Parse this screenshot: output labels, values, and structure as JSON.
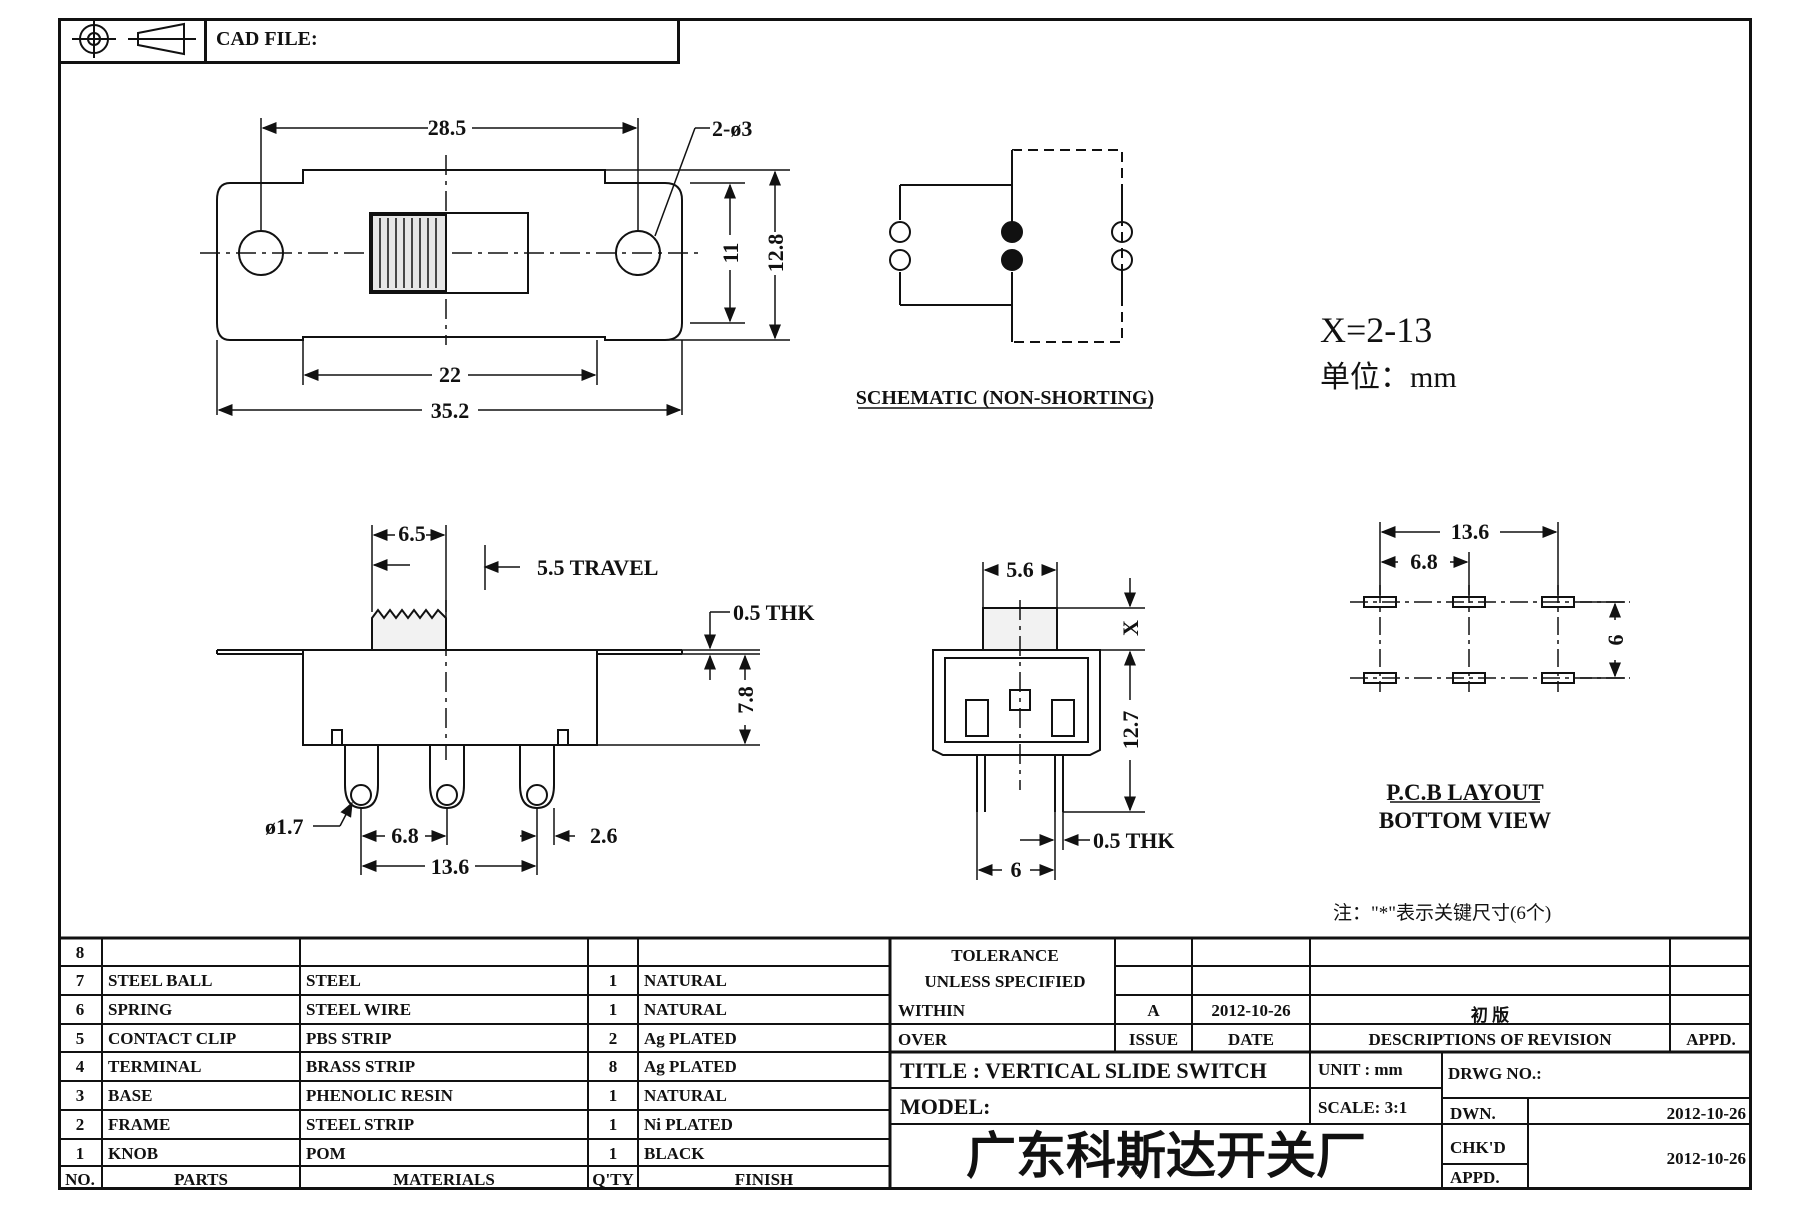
{
  "header": {
    "cad_file_label": "CAD FILE:"
  },
  "top_view": {
    "dim_overall_top": "28.5",
    "dim_holes": "2-ø3",
    "dim_height_11": "11",
    "dim_height_12_8": "12.8",
    "dim_22": "22",
    "dim_35_2": "35.2"
  },
  "schematic": {
    "caption": "SCHEMATIC (NON-SHORTING)"
  },
  "spec": {
    "x_range": "X=2-13",
    "unit": "单位：mm"
  },
  "side_view": {
    "dim_6_5": "6.5",
    "travel": "5.5 TRAVEL",
    "thk": "0.5 THK",
    "dim_7_8": "7.8",
    "dia_1_7": "ø1.7",
    "dim_6_8": "6.8",
    "dim_2_6": "2.6",
    "dim_13_6": "13.6"
  },
  "end_view": {
    "dim_5_6": "5.6",
    "dim_x": "X",
    "dim_12_7": "12.7",
    "thk": "0.5 THK",
    "dim_6": "6"
  },
  "pcb": {
    "dim_13_6": "13.6",
    "dim_6_8": "6.8",
    "dim_6": "6",
    "title": "P.C.B LAYOUT",
    "subtitle": "BOTTOM VIEW"
  },
  "note": "注：\"*\"表示关键尺寸(6个)",
  "bom": {
    "rows": [
      {
        "no": "8",
        "part": "",
        "material": "",
        "qty": "",
        "finish": ""
      },
      {
        "no": "7",
        "part": "STEEL BALL",
        "material": "STEEL",
        "qty": "1",
        "finish": "NATURAL"
      },
      {
        "no": "6",
        "part": "SPRING",
        "material": "STEEL WIRE",
        "qty": "1",
        "finish": "NATURAL"
      },
      {
        "no": "5",
        "part": "CONTACT CLIP",
        "material": "PBS STRIP",
        "qty": "2",
        "finish": "Ag PLATED"
      },
      {
        "no": "4",
        "part": "TERMINAL",
        "material": "BRASS STRIP",
        "qty": "8",
        "finish": "Ag PLATED"
      },
      {
        "no": "3",
        "part": "BASE",
        "material": "PHENOLIC RESIN",
        "qty": "1",
        "finish": "NATURAL"
      },
      {
        "no": "2",
        "part": "FRAME",
        "material": "STEEL STRIP",
        "qty": "1",
        "finish": "Ni PLATED"
      },
      {
        "no": "1",
        "part": "KNOB",
        "material": "POM",
        "qty": "1",
        "finish": "BLACK"
      }
    ],
    "headers": {
      "no": "NO.",
      "parts": "PARTS",
      "materials": "MATERIALS",
      "qty": "Q'TY",
      "finish": "FINISH"
    }
  },
  "title_block": {
    "tolerance": "TOLERANCE",
    "unless": "UNLESS  SPECIFIED",
    "within": "WITHIN",
    "over": "OVER",
    "issue_value": "A",
    "date_value": "2012-10-26",
    "revision_value": "初 版",
    "issue_label": "ISSUE",
    "date_label": "DATE",
    "descriptions_label": "DESCRIPTIONS OF REVISION",
    "appd_label": "APPD.",
    "title": "TITLE :  VERTICAL SLIDE SWITCH",
    "unit": "UNIT :  mm",
    "drwg_no": "DRWG NO.:",
    "model": "MODEL:",
    "scale": "SCALE:  3:1",
    "dwn": "DWN.",
    "dwn_date": "2012-10-26",
    "chkd": "CHK'D",
    "chkd_date": "2012-10-26",
    "appd": "APPD.",
    "company": "广东科斯达开关厂"
  }
}
